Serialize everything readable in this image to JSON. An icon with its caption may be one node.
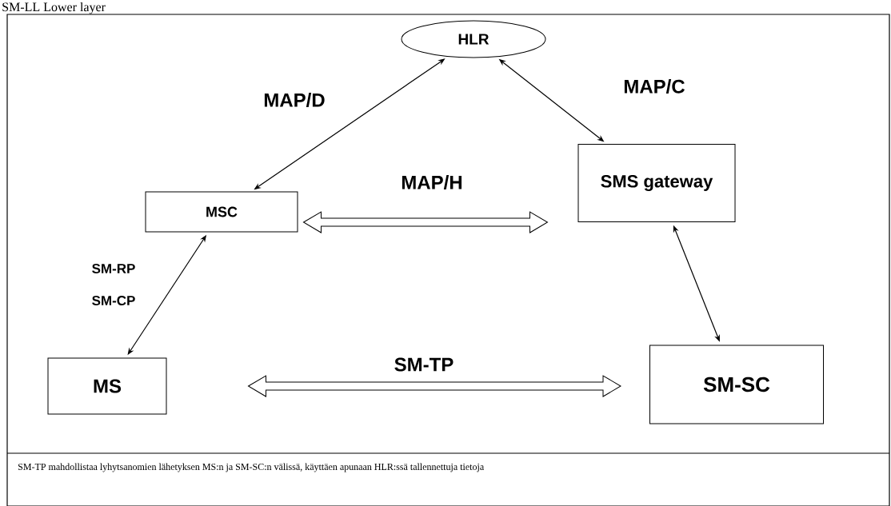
{
  "diagram": {
    "title": "SM-LL Lower layer",
    "caption": "SM-TP mahdollistaa lyhytsanomien lähetyksen MS:n ja SM-SC:n välissä, käyttäen apunaan HLR:ssä tallennettuja tietoja",
    "nodes": [
      {
        "text": [
          "HLR"
        ]
      },
      {
        "text": [
          "MSC"
        ]
      },
      {
        "text": [
          "SMS gateway"
        ]
      },
      {
        "text": [
          "MS"
        ]
      },
      {
        "text": [
          "SM-SC"
        ]
      }
    ],
    "edges": [
      {
        "from": 1,
        "to": 0,
        "arrow": "both",
        "label": "MAP/D"
      },
      {
        "from": 0,
        "to": 2,
        "arrow": "both",
        "label": "MAP/C"
      },
      {
        "from": 1,
        "to": 2,
        "arrow": "both",
        "label": "MAP/H",
        "style": "thick"
      },
      {
        "from": 3,
        "to": 1,
        "arrow": "both"
      },
      {
        "from": 2,
        "to": 4,
        "arrow": "both"
      },
      {
        "from": 3,
        "to": 4,
        "arrow": "both",
        "label": "SM-TP",
        "style": "thick"
      }
    ],
    "labels": [
      "SM-RP",
      "SM-CP"
    ]
  }
}
